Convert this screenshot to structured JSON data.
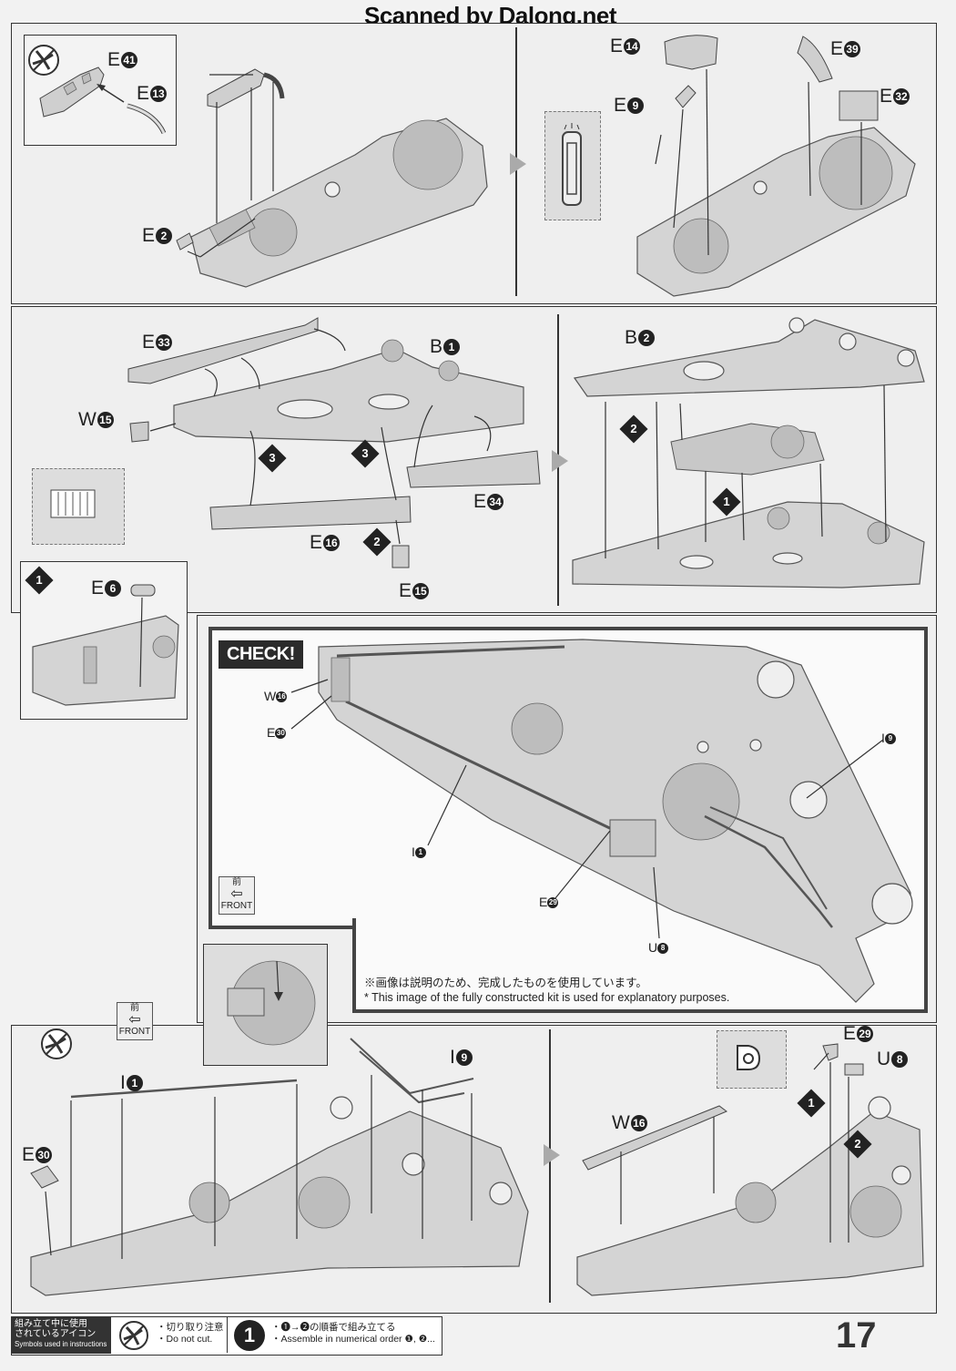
{
  "watermark": "Scanned by Dalong.net",
  "page_number": "17",
  "labels": {
    "e41": {
      "prefix": "E",
      "num": "41"
    },
    "e13": {
      "prefix": "E",
      "num": "13"
    },
    "e2": {
      "prefix": "E",
      "num": "2"
    },
    "e14": {
      "prefix": "E",
      "num": "14"
    },
    "e39": {
      "prefix": "E",
      "num": "39"
    },
    "e9": {
      "prefix": "E",
      "num": "9"
    },
    "e32": {
      "prefix": "E",
      "num": "32"
    },
    "e33": {
      "prefix": "E",
      "num": "33"
    },
    "b1": {
      "prefix": "B",
      "num": "1"
    },
    "w15": {
      "prefix": "W",
      "num": "15"
    },
    "e34": {
      "prefix": "E",
      "num": "34"
    },
    "e16": {
      "prefix": "E",
      "num": "16"
    },
    "e15": {
      "prefix": "E",
      "num": "15"
    },
    "e6": {
      "prefix": "E",
      "num": "6"
    },
    "b2": {
      "prefix": "B",
      "num": "2"
    },
    "check_w16": {
      "prefix": "W",
      "num": "16"
    },
    "check_e30": {
      "prefix": "E",
      "num": "30"
    },
    "check_i1": {
      "prefix": "I",
      "num": "1"
    },
    "check_i9": {
      "prefix": "I",
      "num": "9"
    },
    "check_e29": {
      "prefix": "E",
      "num": "29"
    },
    "check_u8": {
      "prefix": "U",
      "num": "8"
    },
    "bl_i1": {
      "prefix": "I",
      "num": "1"
    },
    "bl_i9": {
      "prefix": "I",
      "num": "9"
    },
    "bl_e30": {
      "prefix": "E",
      "num": "30"
    },
    "br_w16": {
      "prefix": "W",
      "num": "16"
    },
    "br_e29": {
      "prefix": "E",
      "num": "29"
    },
    "br_u8": {
      "prefix": "U",
      "num": "8"
    }
  },
  "steps": {
    "s1": "1",
    "s2": "2",
    "s3": "3"
  },
  "check": {
    "badge": "CHECK!",
    "note_jp": "※画像は説明のため、完成したものを使用しています。",
    "note_en": "* This image of the fully constructed kit is used for explanatory purposes."
  },
  "front_sign": {
    "jp": "前",
    "en": "FRONT"
  },
  "footer": {
    "title_jp_1": "組み立て中に使用",
    "title_jp_2": "されているアイコン",
    "title_en": "Symbols used in instructions",
    "cut_jp": "・切り取り注意",
    "cut_en": "・Do not cut.",
    "order_jp": "・❶→❷の順番で組み立てる",
    "order_en": "・Assemble in numerical order ❶, ❷..."
  },
  "colors": {
    "frame": "#333333",
    "panel_bg": "#efefef",
    "check_badge": "#2b2b2b",
    "arrow_next": "#aaaaaa"
  },
  "icons": [
    "no-cut-icon",
    "front-arrow-icon",
    "next-step-arrow-icon",
    "step-number-icon"
  ]
}
